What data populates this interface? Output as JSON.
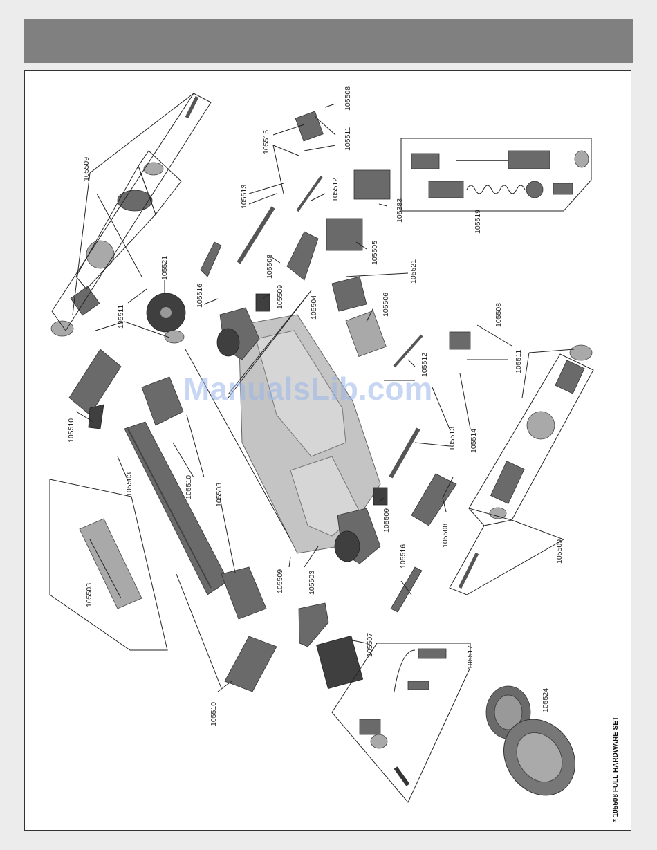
{
  "labels": {
    "p105509_a": "105509",
    "p105511_a": "105511",
    "p105521_a": "105521",
    "p105516_a": "105516",
    "p105510_a": "105510",
    "p105503_a": "105503",
    "p105510_b": "105510",
    "p105503_b": "105503",
    "p105503_c": "105503",
    "p105510_c": "105510",
    "p105509_b": "105509",
    "p105503_d": "105503",
    "p105515": "105515",
    "p105508_a": "105508",
    "p105511_b": "105511",
    "p105513_a": "105513",
    "p105512_a": "105512",
    "p105383": "105383",
    "p105508_b": "105508",
    "p105509_c": "105509",
    "p105505": "105505",
    "p105504": "105504",
    "p105521_b": "105521",
    "p105506": "105506",
    "p105519": "105519",
    "p105508_c": "105508",
    "p105511_c": "105511",
    "p105512_b": "105512",
    "p105513_b": "105513",
    "p105514": "105514",
    "p105509_d": "105509",
    "p105508_d": "105508",
    "p105509_e": "105509",
    "p105516_b": "105516",
    "p105507": "105507",
    "p105517": "105517",
    "p105524": "105524"
  },
  "footnote": "* 105508 FULL HARDWARE SET",
  "watermark": "ManualsLib.com"
}
